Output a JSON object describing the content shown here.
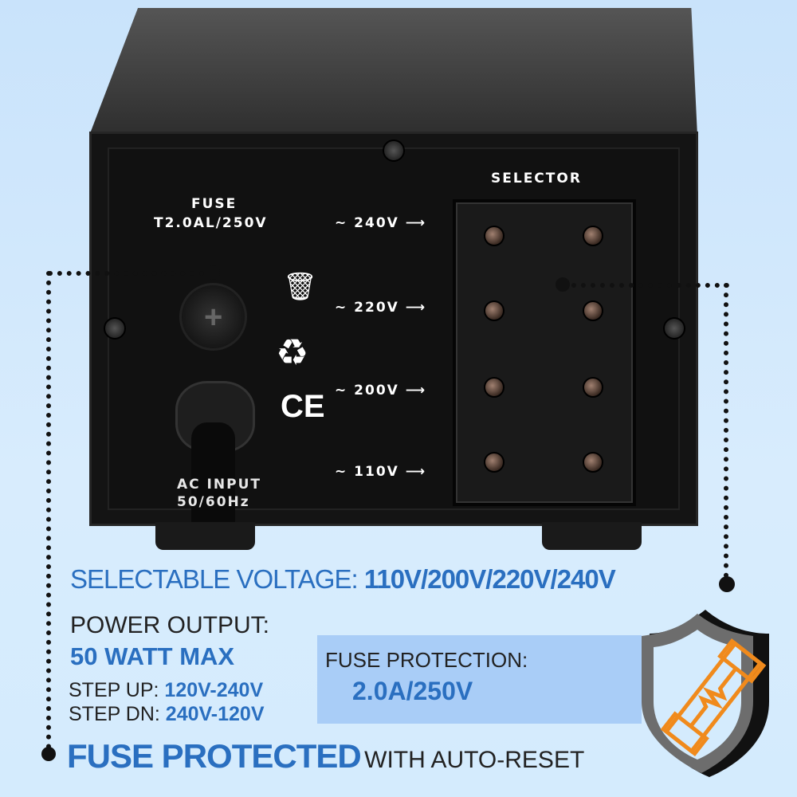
{
  "device": {
    "fuse_label": "FUSE",
    "fuse_rating": "T2.0AL/250V",
    "selector_label": "SELECTOR",
    "voltages": [
      "~ 240V",
      "~ 220V",
      "~ 200V",
      "~ 110V"
    ],
    "ac_input_partial": "AC INPUT",
    "frequency_partial": "50/60Hz",
    "icons": [
      "weee-bin-icon",
      "recycle-icon",
      "ce-mark-icon"
    ]
  },
  "info": {
    "selectable_label": "SELECTABLE VOLTAGE:",
    "selectable_value": "110V/200V/220V/240V",
    "power_label": "POWER OUTPUT:",
    "power_value": "50 WATT MAX",
    "step_up_label": "STEP UP:",
    "step_up_value": "120V-240V",
    "step_dn_label": "STEP DN:",
    "step_dn_value": "240V-120V",
    "fuse_prot_label": "FUSE PROTECTION:",
    "fuse_prot_value": "2.0A/250V",
    "headline_bold": "FUSE PROTECTED",
    "headline_thin": "WITH AUTO-RESET"
  },
  "colors": {
    "accent_blue": "#2a6fc0",
    "fuse_box": "#a9cdf7",
    "shield_orange": "#f08a1c"
  }
}
